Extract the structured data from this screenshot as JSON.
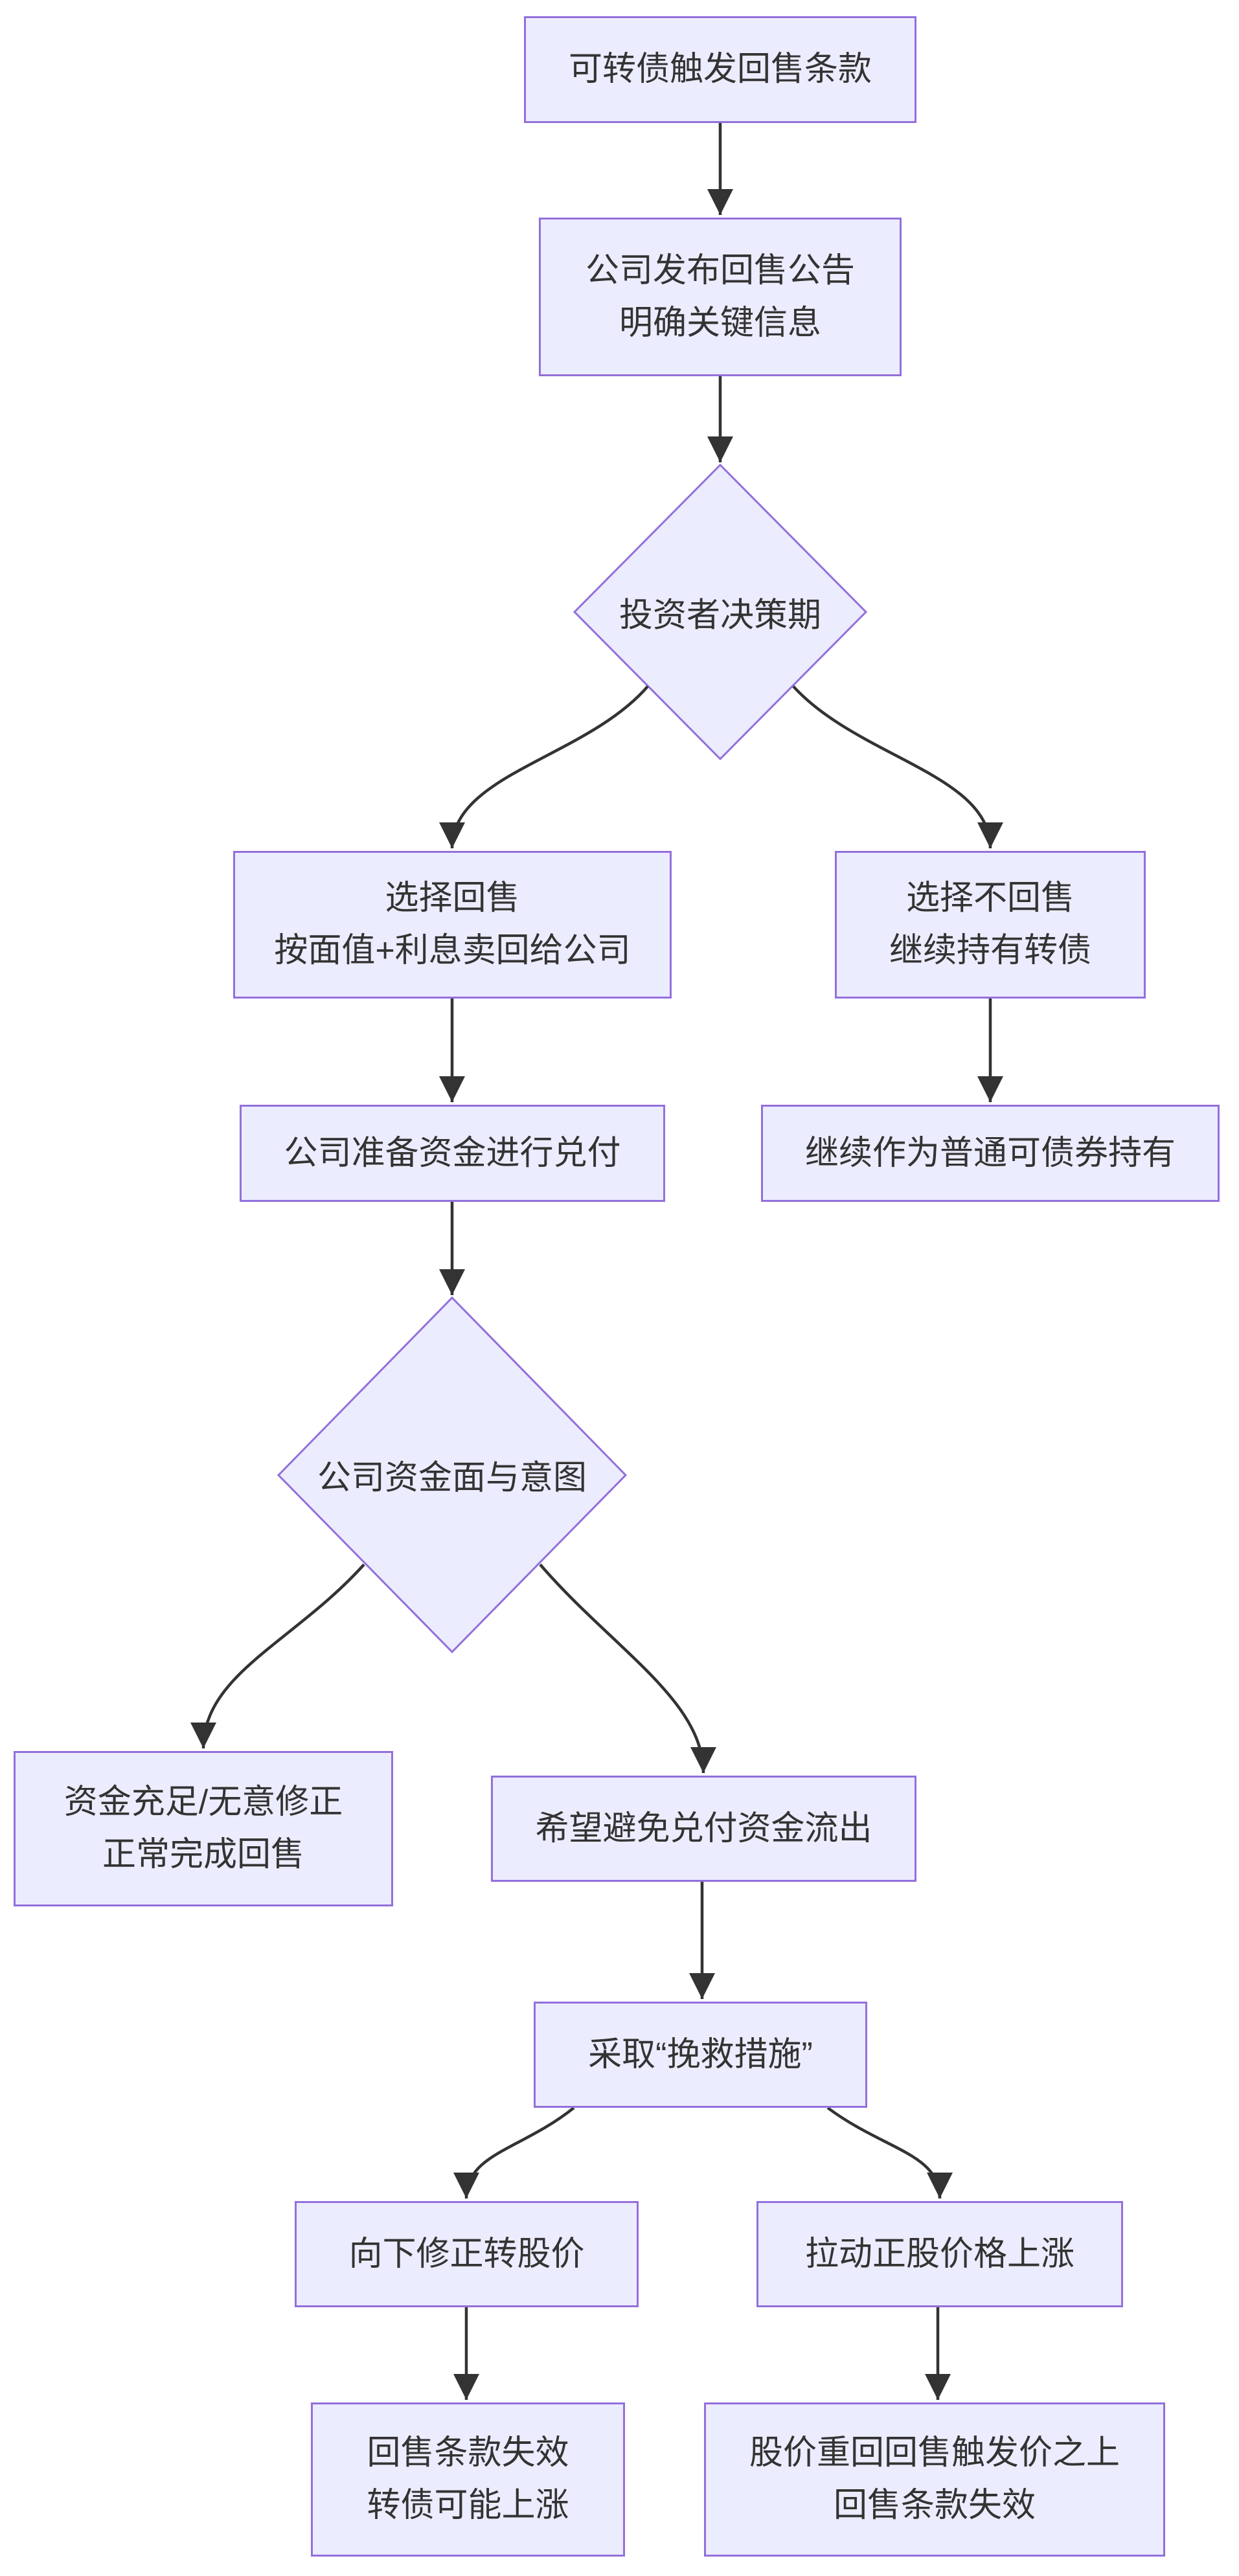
{
  "diagram": {
    "type": "flowchart",
    "direction": "top-down",
    "colors": {
      "node_fill": "#ECECFF",
      "node_border": "#9370DB",
      "edge": "#333333",
      "text": "#333333",
      "background": "#FFFFFF"
    },
    "nodes": {
      "trigger": {
        "shape": "rect",
        "lines": [
          "可转债触发回售条款"
        ]
      },
      "announce": {
        "shape": "rect",
        "lines": [
          "公司发布回售公告",
          "明确关键信息"
        ]
      },
      "decision_investor": {
        "shape": "diamond",
        "lines": [
          "投资者决策期"
        ]
      },
      "sell": {
        "shape": "rect",
        "lines": [
          "选择回售",
          "按面值+利息卖回给公司"
        ]
      },
      "hold": {
        "shape": "rect",
        "lines": [
          "选择不回售",
          "继续持有转债"
        ]
      },
      "prepare": {
        "shape": "rect",
        "lines": [
          "公司准备资金进行兑付"
        ]
      },
      "hold_bond": {
        "shape": "rect",
        "lines": [
          "继续作为普通可债券持有"
        ]
      },
      "decision_company": {
        "shape": "diamond",
        "lines": [
          "公司资金面与意图"
        ]
      },
      "sufficient": {
        "shape": "rect",
        "lines": [
          "资金充足/无意修正",
          "正常完成回售"
        ]
      },
      "avoid": {
        "shape": "rect",
        "lines": [
          "希望避免兑付资金流出"
        ]
      },
      "rescue": {
        "shape": "rect",
        "lines": [
          "采取“挽救措施”"
        ]
      },
      "revise": {
        "shape": "rect",
        "lines": [
          "向下修正转股价"
        ]
      },
      "boost": {
        "shape": "rect",
        "lines": [
          "拉动正股价格上涨"
        ]
      },
      "clause_void": {
        "shape": "rect",
        "lines": [
          "回售条款失效",
          "转债可能上涨"
        ]
      },
      "price_back": {
        "shape": "rect",
        "lines": [
          "股价重回回售触发价之上",
          "回售条款失效"
        ]
      }
    },
    "edges": [
      {
        "from": "trigger",
        "to": "announce"
      },
      {
        "from": "announce",
        "to": "decision_investor"
      },
      {
        "from": "decision_investor",
        "to": "sell"
      },
      {
        "from": "decision_investor",
        "to": "hold"
      },
      {
        "from": "sell",
        "to": "prepare"
      },
      {
        "from": "hold",
        "to": "hold_bond"
      },
      {
        "from": "prepare",
        "to": "decision_company"
      },
      {
        "from": "decision_company",
        "to": "sufficient"
      },
      {
        "from": "decision_company",
        "to": "avoid"
      },
      {
        "from": "avoid",
        "to": "rescue"
      },
      {
        "from": "rescue",
        "to": "revise"
      },
      {
        "from": "rescue",
        "to": "boost"
      },
      {
        "from": "revise",
        "to": "clause_void"
      },
      {
        "from": "boost",
        "to": "price_back"
      }
    ]
  }
}
